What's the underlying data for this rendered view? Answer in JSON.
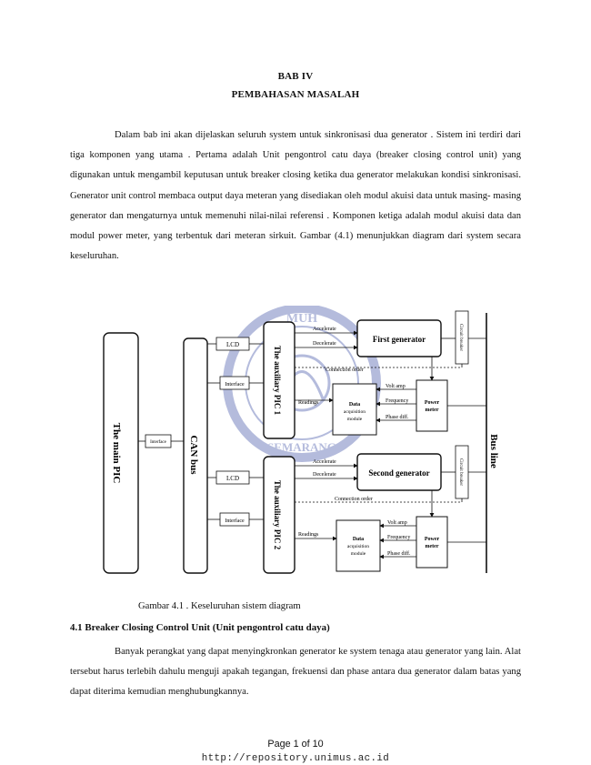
{
  "header": {
    "chapter": "BAB IV",
    "title": "PEMBAHASAN MASALAH"
  },
  "intro_paragraph": "Dalam bab ini akan dijelaskan seluruh system untuk sinkronisasi dua generator . Sistem ini terdiri dari tiga komponen yang utama . Pertama adalah  Unit pengontrol catu daya (breaker closing control unit) yang digunakan untuk mengambil keputusan untuk breaker closing ketika dua generator melakukan kondisi sinkronisasi. Generator unit control membaca output daya meteran yang disediakan oleh modul akuisi data untuk masing- masing generator dan mengaturnya untuk memenuhi nilai-nilai referensi . Komponen ketiga adalah modul akuisi data dan modul power meter, yang terbentuk dari meteran sirkuit. Gambar (4.1) menunjukkan diagram dari system secara keseluruhan.",
  "diagram": {
    "main_pic": "The main PIC",
    "can_bus": "CAN bus",
    "bus_line": "Bus line",
    "interface_main": "Interface",
    "watermark_top": "MUH",
    "watermark_bottom": "SEMARANG",
    "unit1": {
      "lcd": "LCD",
      "interface": "Interface",
      "aux_pic": "The auxiliary PIC 1",
      "accelerate": "Accelerate",
      "decelerate": "Decelerate",
      "generator": "First generator",
      "breaker": "Circuit breaker",
      "connection_order": "Connection order",
      "readings": "Readings",
      "daq": [
        "Data",
        "acquisition",
        "module"
      ],
      "power_meter": [
        "Power",
        "meter"
      ],
      "volt_amp": "Volt amp",
      "frequency": "Frequency",
      "phase_diff": "Phase diff."
    },
    "unit2": {
      "lcd": "LCD",
      "interface": "Interface",
      "aux_pic": "The auxiliary PIC 2",
      "accelerate": "Accelerate",
      "decelerate": "Decelerate",
      "generator": "Second generator",
      "breaker": "Circuit breaker",
      "connection_order": "Connection order",
      "readings": "Readings",
      "daq": [
        "Data",
        "acquisition",
        "module"
      ],
      "power_meter": [
        "Power",
        "meter"
      ],
      "volt_amp": "Volt amp",
      "frequency": "Frequency",
      "phase_diff": "Phase diff."
    }
  },
  "figure_caption": "Gambar 4.1 . Keseluruhan sistem diagram",
  "section": {
    "heading": "4.1 Breaker Closing Control Unit (Unit pengontrol catu daya)",
    "paragraph": "Banyak perangkat yang dapat menyingkronkan generator ke system tenaga atau generator yang lain. Alat tersebut harus terlebih dahulu menguji apakah tegangan, frekuensi  dan phase antara dua generator dalam batas yang dapat diterima kemudian menghubungkannya."
  },
  "footer": {
    "page": "Page 1 of 10",
    "url": "http://repository.unimus.ac.id"
  }
}
